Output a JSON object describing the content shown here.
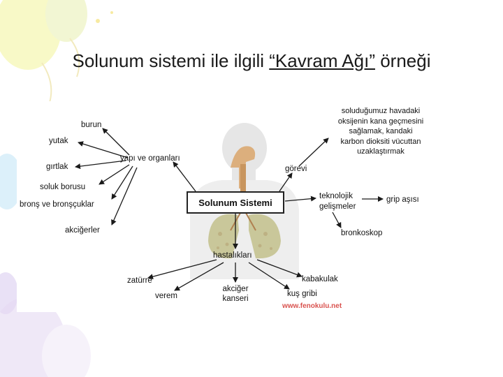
{
  "title": {
    "prefix": "Solunum sistemi ile ilgili ",
    "underlined": "“Kavram Ağı”",
    "suffix": " örneği"
  },
  "diagram": {
    "center": "Solunum Sistemi",
    "structure": {
      "node": "yapı ve organları",
      "items": [
        "burun",
        "yutak",
        "gırtlak",
        "soluk borusu",
        "bronş ve bronşçuklar",
        "akciğerler"
      ]
    },
    "duty": {
      "node": "görevi",
      "text_lines": [
        "soluduğumuz havadaki",
        "oksijenin kana geçmesini",
        "sağlamak, kandaki",
        "karbon dioksiti vücuttan",
        "uzaklaştırmak"
      ]
    },
    "technology": {
      "node_lines": [
        "teknolojik",
        "gelişmeler"
      ],
      "items": [
        "grip aşısı",
        "bronkoskop"
      ]
    },
    "diseases": {
      "node": "hastalıkları",
      "items": [
        "zatürre",
        "verem",
        "akciğer kanseri",
        "kabakulak",
        "kuş gribi"
      ],
      "cancer_lines": [
        "akciğer",
        "kanseri"
      ]
    },
    "watermark": "www.fenokulu.net"
  },
  "colors": {
    "background": "#ffffff",
    "arrow": "#1a1a1a",
    "watermark": "#d9534f",
    "body_silhouette": "#e6e6e6",
    "lungs": "#c9c79a",
    "airway": "#d9a46a"
  }
}
